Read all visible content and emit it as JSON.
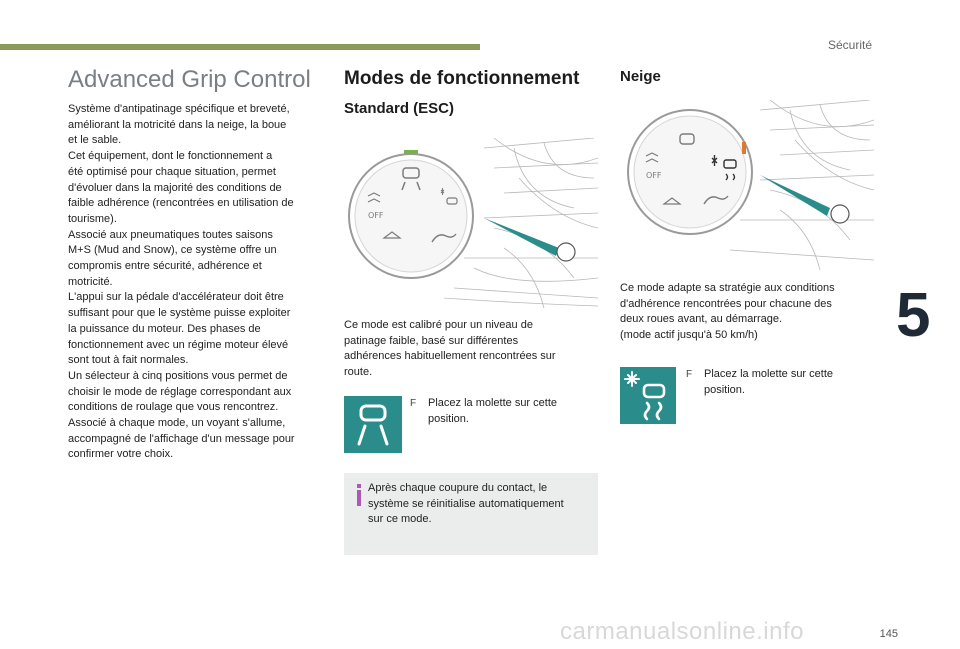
{
  "header": {
    "section": "Sécurité",
    "chapter": "5",
    "page_number": "145"
  },
  "left": {
    "title": "Advanced Grip Control",
    "paragraphs": [
      "Système d'antipatinage spécifique et breveté,",
      "améliorant la motricité dans la neige, la boue",
      "et le sable.",
      "Cet équipement, dont le fonctionnement a",
      "été optimisé pour chaque situation, permet",
      "d'évoluer dans la majorité des conditions de",
      "faible adhérence (rencontrées en utilisation de",
      "tourisme).",
      "Associé aux pneumatiques toutes saisons",
      "M+S (Mud and Snow), ce système offre un",
      "compromis entre sécurité, adhérence et",
      "motricité.",
      "L'appui sur la pédale d'accélérateur doit être",
      "suffisant pour que le système puisse exploiter",
      "la puissance du moteur. Des phases de",
      "fonctionnement avec un régime moteur élevé",
      "sont tout à fait normales.",
      "Un sélecteur à cinq positions vous permet de",
      "choisir le mode de réglage correspondant aux",
      "conditions de roulage que vous rencontrez.",
      "Associé à chaque mode, un voyant s'allume,",
      "accompagné de l'affichage d'un message pour",
      "confirmer votre choix."
    ]
  },
  "middle": {
    "title": "Modes de fonctionnement",
    "subtitle": "Standard (ESC)",
    "dial_off": "OFF",
    "description": [
      "Ce mode est calibré pour un niveau de",
      "patinage faible, basé sur différentes",
      "adhérences habituellement rencontrées sur",
      "route."
    ],
    "bullet_mark": "F",
    "bullet": [
      "Placez la molette sur cette",
      "position."
    ],
    "note": [
      "Après chaque coupure du contact, le",
      "système se réinitialise automatiquement",
      "sur ce mode."
    ]
  },
  "right": {
    "subtitle": "Neige",
    "dial_off": "OFF",
    "description": [
      "Ce mode adapte sa stratégie aux conditions",
      "d'adhérence rencontrées pour chacune des",
      "deux roues avant, au démarrage.",
      "(mode actif jusqu'à 50 km/h)"
    ],
    "bullet_mark": "F",
    "bullet": [
      "Placez la molette sur cette",
      "position."
    ]
  },
  "footer": {
    "watermark": "carmanualsonline.info"
  },
  "colors": {
    "accent_olive": "#8c9a5b",
    "teal": "#2b8c8c",
    "note_bg": "#ebedec",
    "info_purple": "#a85ab5"
  }
}
